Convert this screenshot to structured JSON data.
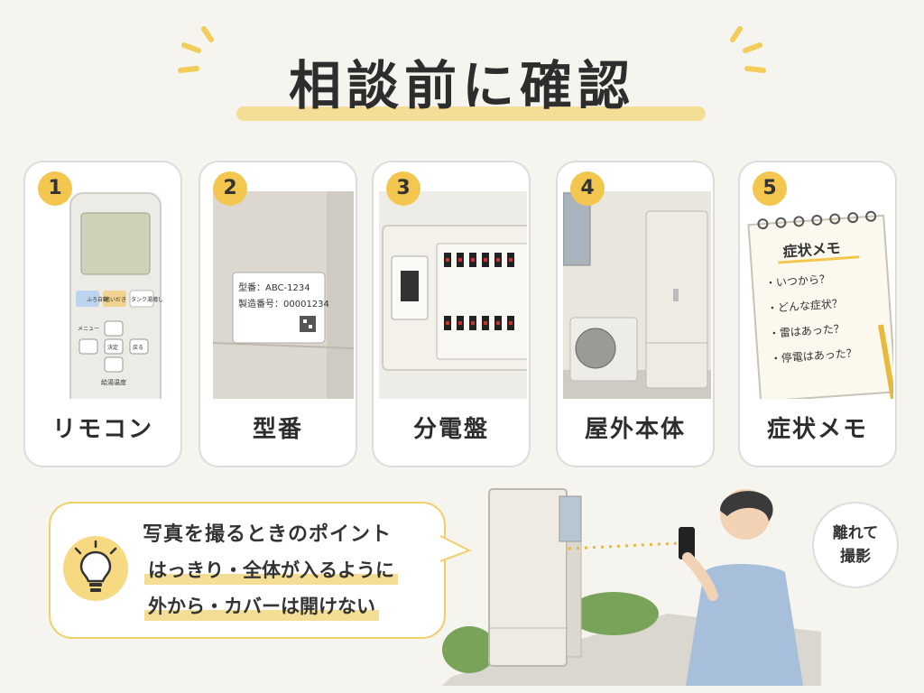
{
  "title": "相談前に確認",
  "cards": [
    {
      "num": "1",
      "label": "リモコン",
      "remote_buttons": [
        "ふろ自動",
        "追いだき",
        "タンク湯増し",
        "メニュー",
        "決定",
        "戻る"
      ],
      "remote_caption": "給湯温度"
    },
    {
      "num": "2",
      "label": "型番",
      "plate_model": "型番：ABC-1234",
      "plate_serial": "製造番号：00001234"
    },
    {
      "num": "3",
      "label": "分電盤"
    },
    {
      "num": "4",
      "label": "屋外本体"
    },
    {
      "num": "5",
      "label": "症状メモ",
      "memo_title": "症状メモ",
      "memo_items": [
        "・いつから？",
        "・どんな症状？",
        "・雷はあった？",
        "・停電はあった？"
      ]
    }
  ],
  "tip": {
    "title": "写真を撮るときのポイント",
    "line1": "はっきり・全体が入るように",
    "line2": "外から・カバーは開けない"
  },
  "badge": {
    "line1": "離れて",
    "line2": "撮影"
  },
  "colors": {
    "accent": "#f3c64f",
    "highlight": "#f4de96",
    "background": "#f6f4ef"
  },
  "icons": [
    "lightbulb-icon",
    "remote-control-icon",
    "model-plate-icon",
    "breaker-panel-icon",
    "outdoor-unit-icon",
    "memo-pad-icon"
  ]
}
